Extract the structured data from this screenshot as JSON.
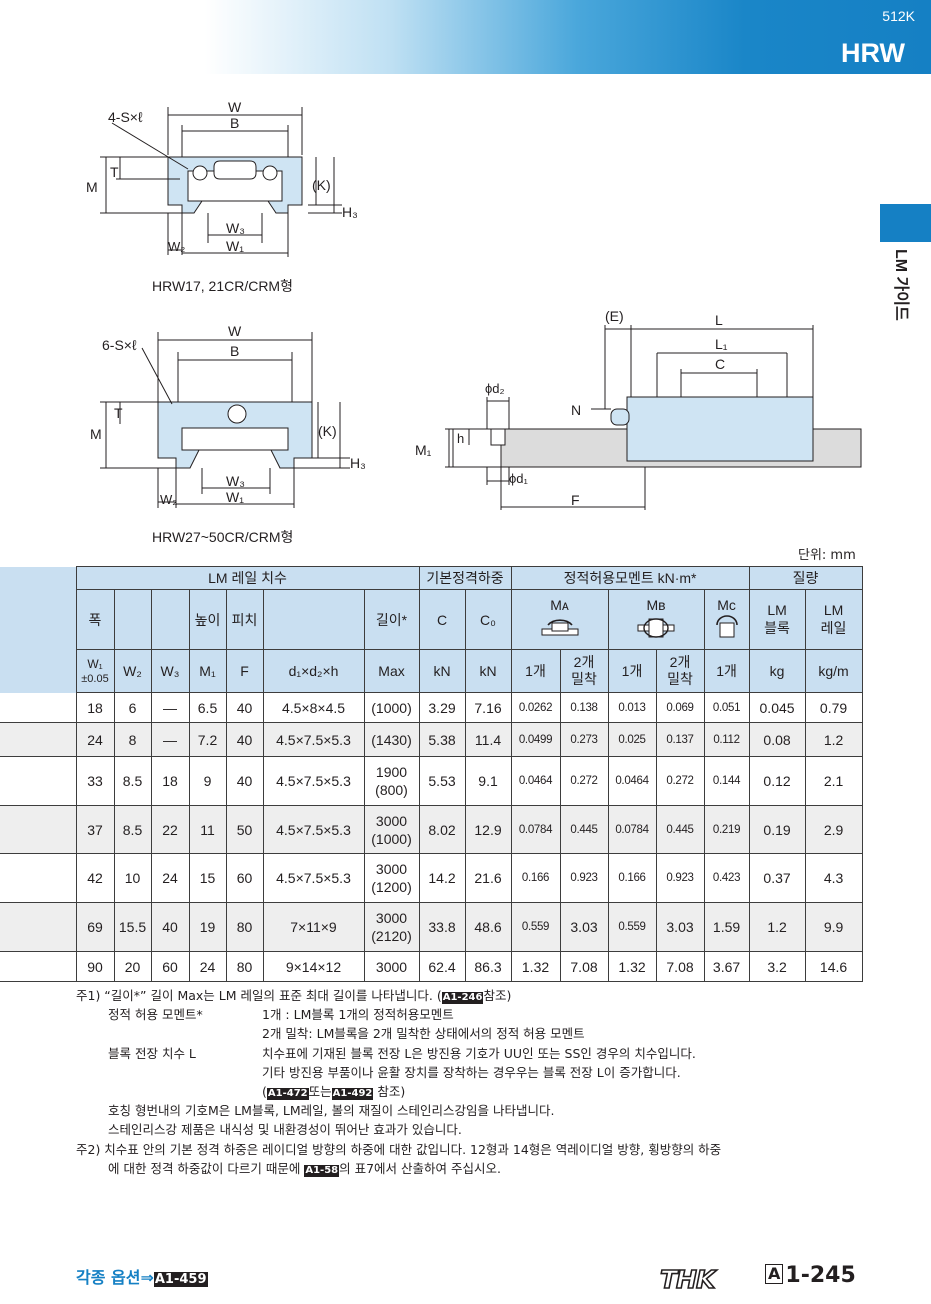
{
  "header": {
    "code": "512K",
    "model": "HRW"
  },
  "side_label": "LM 가이드",
  "figure1": {
    "caption": "HRW17, 21CR/CRM형",
    "labels": {
      "sxl": "4-S×ℓ",
      "W": "W",
      "B": "B",
      "T": "T",
      "M": "M",
      "K": "(K)",
      "H3": "H₃",
      "W3": "W₃",
      "W1": "W₁",
      "W2": "W₂"
    }
  },
  "figure2": {
    "caption": "HRW27~50CR/CRM형",
    "labels": {
      "sxl": "6-S×ℓ",
      "W": "W",
      "B": "B",
      "T": "T",
      "M": "M",
      "K": "(K)",
      "H3": "H₃",
      "W3": "W₃",
      "W1": "W₁",
      "W2": "W₂"
    }
  },
  "figure3": {
    "labels": {
      "E": "(E)",
      "L": "L",
      "L1": "L₁",
      "C": "C",
      "d2": "ϕd₂",
      "N": "N",
      "h": "h",
      "M1": "M₁",
      "d1": "ϕd₁",
      "F": "F"
    }
  },
  "unit": "단위: mm",
  "table": {
    "group_headers": {
      "rail": "LM 레일 치수",
      "rated": "기본정격하중",
      "moment": "정적허용모멘트 kN·m*",
      "mass": "질량"
    },
    "sub_headers": {
      "width": "폭",
      "height": "높이",
      "pitch": "피치",
      "length": "길이*",
      "C": "C",
      "C0": "C₀",
      "MA": "Mᴀ",
      "MB": "Mʙ",
      "MC": "Mᴄ",
      "mass_block": "LM\n블록",
      "mass_rail": "LM\n레일"
    },
    "unit_headers": {
      "W1": "W₁",
      "W1tol": "±0.05",
      "W2": "W₂",
      "W3": "W₃",
      "M1": "M₁",
      "F": "F",
      "dd": "d₁×d₂×h",
      "max": "Max",
      "kN1": "kN",
      "kN2": "kN",
      "one": "1개",
      "two": "2개\n밀착",
      "kg": "kg",
      "kgm": "kg/m"
    },
    "rows": [
      {
        "W1": "18",
        "W2": "6",
        "W3": "—",
        "M1": "6.5",
        "F": "40",
        "dd": "4.5×8×4.5",
        "len": "(1000)",
        "C": "3.29",
        "C0": "7.16",
        "MA1": "0.0262",
        "MA2": "0.138",
        "MB1": "0.013",
        "MB2": "0.069",
        "MC": "0.051",
        "mb": "0.045",
        "mr": "0.79"
      },
      {
        "W1": "24",
        "W2": "8",
        "W3": "—",
        "M1": "7.2",
        "F": "40",
        "dd": "4.5×7.5×5.3",
        "len": "(1430)",
        "C": "5.38",
        "C0": "11.4",
        "MA1": "0.0499",
        "MA2": "0.273",
        "MB1": "0.025",
        "MB2": "0.137",
        "MC": "0.112",
        "mb": "0.08",
        "mr": "1.2"
      },
      {
        "W1": "33",
        "W2": "8.5",
        "W3": "18",
        "M1": "9",
        "F": "40",
        "dd": "4.5×7.5×5.3",
        "len": "1900",
        "len2": "(800)",
        "C": "5.53",
        "C0": "9.1",
        "MA1": "0.0464",
        "MA2": "0.272",
        "MB1": "0.0464",
        "MB2": "0.272",
        "MC": "0.144",
        "mb": "0.12",
        "mr": "2.1"
      },
      {
        "W1": "37",
        "W2": "8.5",
        "W3": "22",
        "M1": "11",
        "F": "50",
        "dd": "4.5×7.5×5.3",
        "len": "3000",
        "len2": "(1000)",
        "C": "8.02",
        "C0": "12.9",
        "MA1": "0.0784",
        "MA2": "0.445",
        "MB1": "0.0784",
        "MB2": "0.445",
        "MC": "0.219",
        "mb": "0.19",
        "mr": "2.9"
      },
      {
        "W1": "42",
        "W2": "10",
        "W3": "24",
        "M1": "15",
        "F": "60",
        "dd": "4.5×7.5×5.3",
        "len": "3000",
        "len2": "(1200)",
        "C": "14.2",
        "C0": "21.6",
        "MA1": "0.166",
        "MA2": "0.923",
        "MB1": "0.166",
        "MB2": "0.923",
        "MC": "0.423",
        "mb": "0.37",
        "mr": "4.3"
      },
      {
        "W1": "69",
        "W2": "15.5",
        "W3": "40",
        "M1": "19",
        "F": "80",
        "dd": "7×11×9",
        "len": "3000",
        "len2": "(2120)",
        "C": "33.8",
        "C0": "48.6",
        "MA1": "0.559",
        "MA2": "3.03",
        "MB1": "0.559",
        "MB2": "3.03",
        "MC": "1.59",
        "mb": "1.2",
        "mr": "9.9"
      },
      {
        "W1": "90",
        "W2": "20",
        "W3": "60",
        "M1": "24",
        "F": "80",
        "dd": "9×14×12",
        "len": "3000",
        "C": "62.4",
        "C0": "86.3",
        "MA1": "1.32",
        "MA2": "7.08",
        "MB1": "1.32",
        "MB2": "7.08",
        "MC": "3.67",
        "mb": "3.2",
        "mr": "14.6"
      }
    ]
  },
  "notes": {
    "n1a": "주1) “길이*” 길이 Max는 LM 레일의 표준 최대 길이를 나타냅니다. (",
    "n1a_ref": "A1-246",
    "n1a_end": "참조)",
    "n1b_k": "정적 허용 모멘트*",
    "n1b_v": "1개 : LM블록 1개의 정적허용모멘트",
    "n1c_v": "2개 밀착: LM블록을 2개 밀착한 상태에서의 정적 허용 모멘트",
    "n1d_k": "블록 전장 치수 L",
    "n1d_v": "치수표에 기재된 블록 전장 L은 방진용 기호가 UU인 또는 SS인 경우의 치수입니다.",
    "n1e_v": "기타 방진용 부품이나 윤활 장치를 장착하는 경우우는 블록 전장 L이 증가합니다.",
    "n1f_open": "(",
    "n1f_ref1": "A1-472",
    "n1f_mid": "또는",
    "n1f_ref2": "A1-492",
    "n1f_end": " 참조)",
    "n1g": "호칭 형번내의 기호M은 LM블록, LM레일, 볼의 재질이 스테인리스강임을 나타냅니다.",
    "n1h": "스테인리스강 제품은 내식성 및 내환경성이 뛰어난 효과가 있습니다.",
    "n2a": "주2) 치수표 안의 기본 정격 하중은 레이디얼 방향의 하중에 대한 값입니다. 12형과 14형은 역레이디얼 방향, 횡방향의 하중",
    "n2b_pre": "에 대한 정격 하중값이 다르기 때문에 ",
    "n2b_ref": "A1-58",
    "n2b_end": "의 표7에서 산출하여 주십시오."
  },
  "footer": {
    "options": "각종 옵션⇒",
    "options_ref": "A1-459",
    "brand": "THK",
    "page_box": "A",
    "page": "1-245"
  }
}
